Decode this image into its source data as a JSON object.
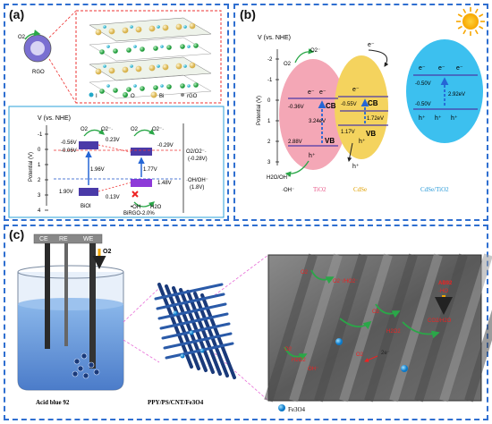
{
  "panel_a": {
    "label": "(a)",
    "rgo_label": "RGO",
    "o2_label": "O2",
    "o2rad_label": "·O2⁻",
    "legend": [
      "I",
      "O",
      "Bi",
      "rGO"
    ],
    "axis_label": "V (vs. NHE)",
    "potential_label": "Potential (V)",
    "ticks": [
      "-1",
      "0",
      "1",
      "2",
      "3",
      "4"
    ],
    "biooi": {
      "cb": "-0.56V",
      "cb2": "-0.06V",
      "gap": "1.96V",
      "vb": "1.90V",
      "name": "BiOI"
    },
    "rgo_comp": {
      "cb": "-0.29V",
      "gap": "1.77V",
      "vb": "1.48V",
      "name": "BiRGO-2.0%"
    },
    "shifts": {
      "top": "0.23V",
      "bottom": "0.13V"
    },
    "right_labels": {
      "o2": "O2/O2⁻·",
      "o2v": "(-0.28V)",
      "oh": "·OH/OH⁻",
      "ohv": "(1.8V)"
    },
    "species": {
      "o2_left": "O2",
      "o2rad_left": "O2⁻·",
      "o2_right": "O2",
      "o2rad_right": "O2⁻·",
      "oh": "•OH",
      "h2o": "H2O"
    }
  },
  "panel_b": {
    "label": "(b)",
    "axis_label": "V (vs. NHE)",
    "potential_label": "Potential (V)",
    "ticks": [
      "-2",
      "-1",
      "0",
      "1",
      "2",
      "3"
    ],
    "tio2": {
      "name": "TiO2",
      "cb": "-0.36V",
      "gap": "3.24eV",
      "vb": "2.88V",
      "cb_label": "CB",
      "vb_label": "VB"
    },
    "cdse": {
      "name": "CdSe",
      "cb": "-0.55V",
      "gap": "1.72eV",
      "vb": "1.17V",
      "cb_label": "CB",
      "vb_label": "VB"
    },
    "composite": {
      "name": "CdSe/TiO2",
      "cb": "-0.50V",
      "gap": "2.92eV",
      "vb": "-0.50V"
    },
    "species": {
      "o2": "O2",
      "o2rad": "·O2⁻",
      "h2o": "H2O/OH⁻",
      "oh": "·OH⁻",
      "e": "e⁻",
      "h": "h⁺"
    }
  },
  "panel_c": {
    "label": "(c)",
    "electrodes": [
      "CE",
      "RE",
      "WE"
    ],
    "o2": "O2",
    "cell_label": "Acid blue 92",
    "material_label": "PPY/PS/CNT/Fe3O4",
    "fe_legend": "Fe3O4",
    "sem": {
      "ab92": "AB92",
      "ho": "·HO",
      "co2": "CO2/H2O",
      "o2a": "O2",
      "h2o2a": "O2⁻/HO2⁻",
      "h2o2b": "H2O2",
      "e": "2e⁻",
      "o2b": "O2",
      "h2o2c": "H2O2",
      "oh": "OH⁻"
    }
  },
  "colors": {
    "dash": "#2f6fd0",
    "tio2": "#f4a7b6",
    "cdse": "#f4d35e",
    "composite": "#3cc0ef",
    "arrow": "#2aa748"
  }
}
